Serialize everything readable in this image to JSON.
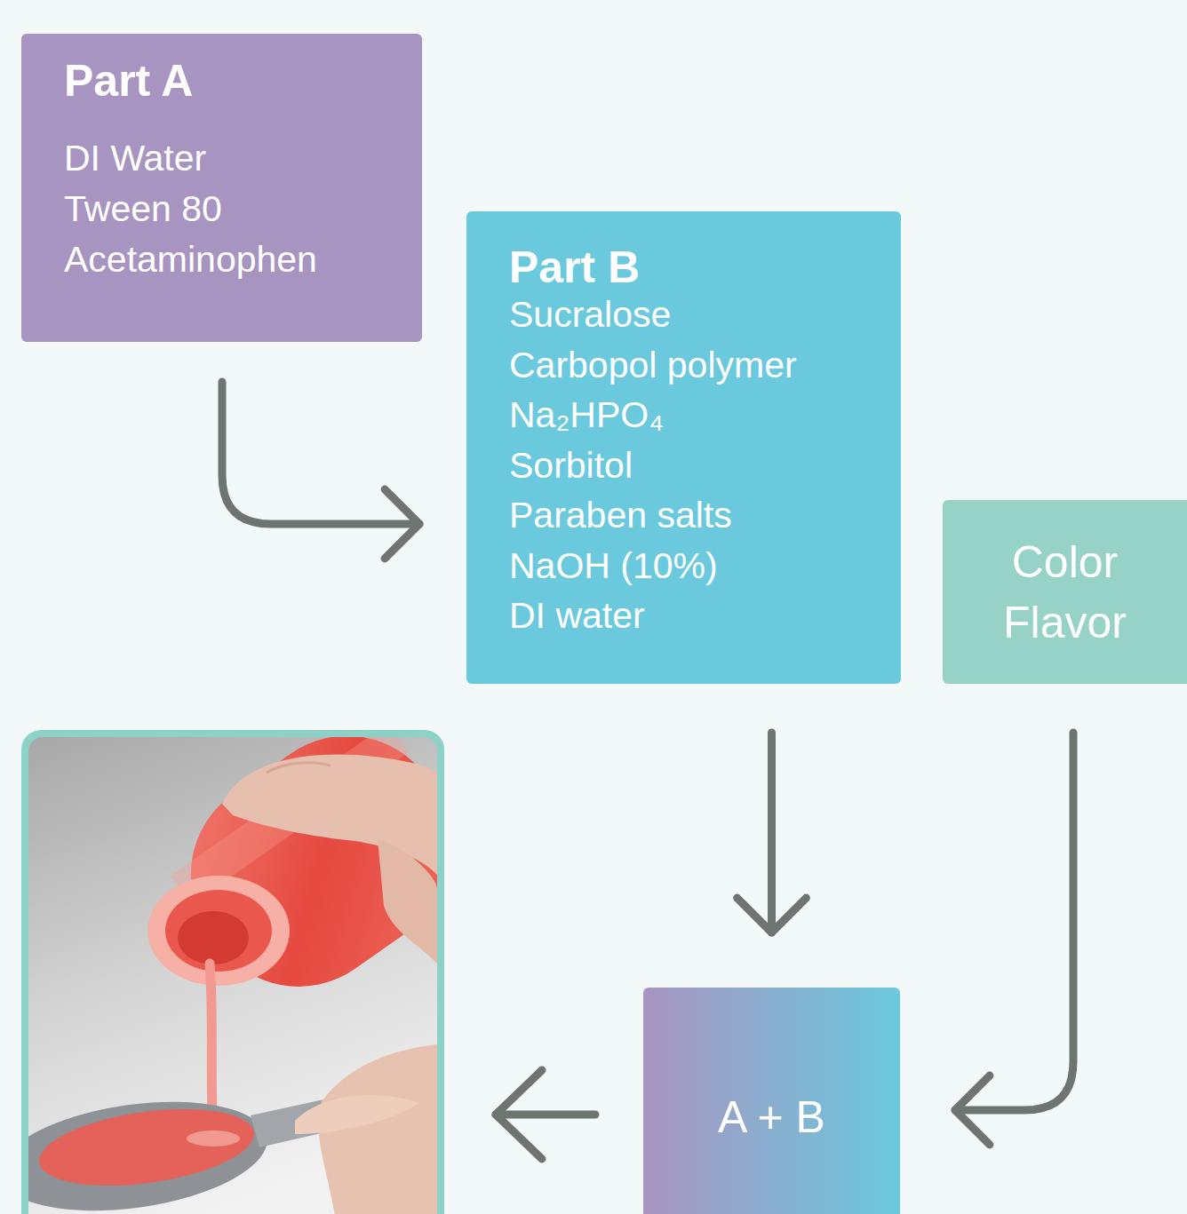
{
  "diagram": {
    "nodes": [
      {
        "text": [
          "Part A",
          "DI Water",
          "Tween 80",
          "Acetaminophen"
        ]
      },
      {
        "text": [
          "Part B",
          "Sucralose",
          "Carbopol polymer",
          "Na₂HPO₄",
          "Sorbitol",
          "Paraben salts",
          "NaOH (10%)",
          "DI water"
        ]
      },
      {
        "text": [
          "Color",
          "Flavor"
        ]
      },
      {
        "text": [
          "A + B"
        ]
      }
    ],
    "edges": [
      {
        "from": 0,
        "to": 1,
        "arrow": "to"
      },
      {
        "from": 1,
        "to": 3,
        "arrow": "to"
      },
      {
        "from": 2,
        "to": 3,
        "arrow": "to"
      }
    ]
  }
}
